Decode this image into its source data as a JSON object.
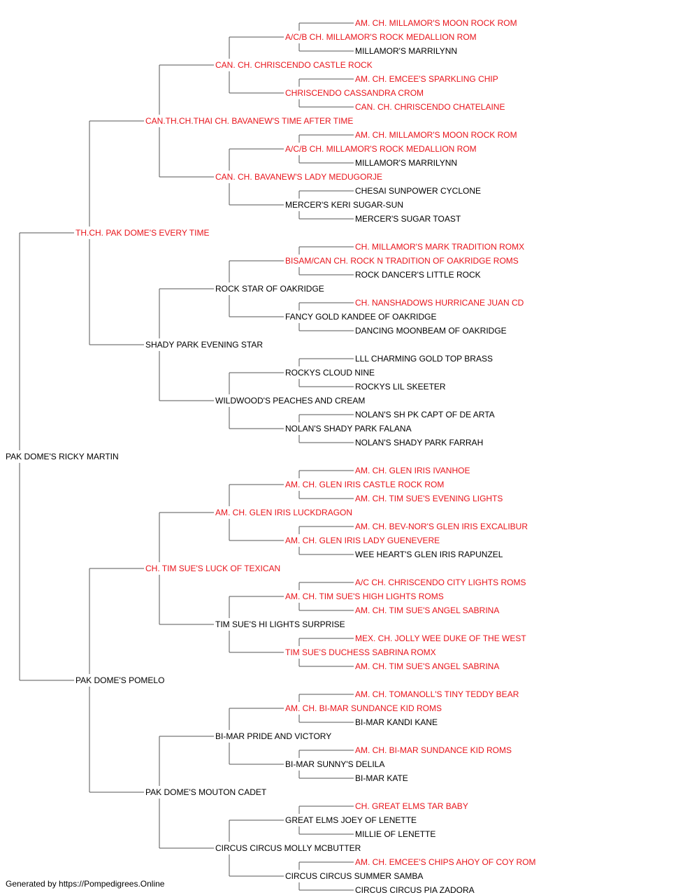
{
  "colors": {
    "titled": "#e8141b",
    "normal": "#000000",
    "line": "#555555"
  },
  "footer": "Generated by https://Pompedigrees.Online",
  "pedigree": [
    {
      "gen": 0,
      "pos": 0,
      "name": "PAK DOME'S RICKY MARTIN",
      "titled": false
    },
    {
      "gen": 1,
      "pos": 0,
      "name": "TH.CH. PAK DOME'S EVERY TIME",
      "titled": true
    },
    {
      "gen": 1,
      "pos": 1,
      "name": "PAK DOME'S POMELO",
      "titled": false
    },
    {
      "gen": 2,
      "pos": 0,
      "name": "CAN.TH.CH.THAI CH. BAVANEW'S TIME AFTER TIME",
      "titled": true
    },
    {
      "gen": 2,
      "pos": 1,
      "name": "SHADY PARK EVENING STAR",
      "titled": false
    },
    {
      "gen": 2,
      "pos": 2,
      "name": "CH. TIM SUE'S LUCK OF TEXICAN",
      "titled": true
    },
    {
      "gen": 2,
      "pos": 3,
      "name": "PAK DOME'S MOUTON CADET",
      "titled": false
    },
    {
      "gen": 3,
      "pos": 0,
      "name": "CAN. CH. CHRISCENDO CASTLE ROCK",
      "titled": true
    },
    {
      "gen": 3,
      "pos": 1,
      "name": "CAN. CH. BAVANEW'S LADY MEDUGORJE",
      "titled": true
    },
    {
      "gen": 3,
      "pos": 2,
      "name": "ROCK STAR OF OAKRIDGE",
      "titled": false
    },
    {
      "gen": 3,
      "pos": 3,
      "name": "WILDWOOD'S PEACHES AND CREAM",
      "titled": false
    },
    {
      "gen": 3,
      "pos": 4,
      "name": "AM. CH. GLEN IRIS LUCKDRAGON",
      "titled": true
    },
    {
      "gen": 3,
      "pos": 5,
      "name": "TIM SUE'S HI LIGHTS SURPRISE",
      "titled": false
    },
    {
      "gen": 3,
      "pos": 6,
      "name": "BI-MAR PRIDE AND VICTORY",
      "titled": false
    },
    {
      "gen": 3,
      "pos": 7,
      "name": "CIRCUS CIRCUS MOLLY MCBUTTER",
      "titled": false
    },
    {
      "gen": 4,
      "pos": 0,
      "name": "A/C/B CH. MILLAMOR'S ROCK MEDALLION ROM",
      "titled": true
    },
    {
      "gen": 4,
      "pos": 1,
      "name": "CHRISCENDO CASSANDRA CROM",
      "titled": true
    },
    {
      "gen": 4,
      "pos": 2,
      "name": "A/C/B CH. MILLAMOR'S ROCK MEDALLION ROM",
      "titled": true
    },
    {
      "gen": 4,
      "pos": 3,
      "name": "MERCER'S KERI SUGAR-SUN",
      "titled": false
    },
    {
      "gen": 4,
      "pos": 4,
      "name": "BISAM/CAN CH. ROCK N TRADITION OF OAKRIDGE ROMS",
      "titled": true
    },
    {
      "gen": 4,
      "pos": 5,
      "name": "FANCY GOLD KANDEE OF OAKRIDGE",
      "titled": false
    },
    {
      "gen": 4,
      "pos": 6,
      "name": "ROCKYS CLOUD NINE",
      "titled": false
    },
    {
      "gen": 4,
      "pos": 7,
      "name": "NOLAN'S SHADY PARK FALANA",
      "titled": false
    },
    {
      "gen": 4,
      "pos": 8,
      "name": "AM. CH. GLEN IRIS CASTLE ROCK ROM",
      "titled": true
    },
    {
      "gen": 4,
      "pos": 9,
      "name": "AM. CH. GLEN IRIS LADY GUENEVERE",
      "titled": true
    },
    {
      "gen": 4,
      "pos": 10,
      "name": "AM. CH. TIM SUE'S HIGH LIGHTS ROMS",
      "titled": true
    },
    {
      "gen": 4,
      "pos": 11,
      "name": "TIM SUE'S DUCHESS SABRINA ROMX",
      "titled": true
    },
    {
      "gen": 4,
      "pos": 12,
      "name": "AM. CH. BI-MAR SUNDANCE KID ROMS",
      "titled": true
    },
    {
      "gen": 4,
      "pos": 13,
      "name": "BI-MAR SUNNY'S DELILA",
      "titled": false
    },
    {
      "gen": 4,
      "pos": 14,
      "name": "GREAT ELMS JOEY OF LENETTE",
      "titled": false
    },
    {
      "gen": 4,
      "pos": 15,
      "name": "CIRCUS CIRCUS SUMMER SAMBA",
      "titled": false
    },
    {
      "gen": 5,
      "pos": 0,
      "name": "AM. CH. MILLAMOR'S MOON ROCK ROM",
      "titled": true
    },
    {
      "gen": 5,
      "pos": 1,
      "name": "MILLAMOR'S MARRILYNN",
      "titled": false
    },
    {
      "gen": 5,
      "pos": 2,
      "name": "AM. CH. EMCEE'S SPARKLING CHIP",
      "titled": true
    },
    {
      "gen": 5,
      "pos": 3,
      "name": "CAN. CH. CHRISCENDO CHATELAINE",
      "titled": true
    },
    {
      "gen": 5,
      "pos": 4,
      "name": "AM. CH. MILLAMOR'S MOON ROCK ROM",
      "titled": true
    },
    {
      "gen": 5,
      "pos": 5,
      "name": "MILLAMOR'S MARRILYNN",
      "titled": false
    },
    {
      "gen": 5,
      "pos": 6,
      "name": "CHESAI SUNPOWER CYCLONE",
      "titled": false
    },
    {
      "gen": 5,
      "pos": 7,
      "name": "MERCER'S SUGAR TOAST",
      "titled": false
    },
    {
      "gen": 5,
      "pos": 8,
      "name": "CH. MILLAMOR'S MARK TRADITION ROMX",
      "titled": true
    },
    {
      "gen": 5,
      "pos": 9,
      "name": "ROCK DANCER'S LITTLE ROCK",
      "titled": false
    },
    {
      "gen": 5,
      "pos": 10,
      "name": "CH. NANSHADOWS HURRICANE JUAN CD",
      "titled": true
    },
    {
      "gen": 5,
      "pos": 11,
      "name": "DANCING MOONBEAM OF OAKRIDGE",
      "titled": false
    },
    {
      "gen": 5,
      "pos": 12,
      "name": "LLL CHARMING GOLD TOP BRASS",
      "titled": false
    },
    {
      "gen": 5,
      "pos": 13,
      "name": "ROCKYS LIL SKEETER",
      "titled": false
    },
    {
      "gen": 5,
      "pos": 14,
      "name": "NOLAN'S SH PK CAPT OF DE ARTA",
      "titled": false
    },
    {
      "gen": 5,
      "pos": 15,
      "name": "NOLAN'S SHADY PARK FARRAH",
      "titled": false
    },
    {
      "gen": 5,
      "pos": 16,
      "name": "AM. CH. GLEN IRIS IVANHOE",
      "titled": true
    },
    {
      "gen": 5,
      "pos": 17,
      "name": "AM. CH. TIM SUE'S EVENING LIGHTS",
      "titled": true
    },
    {
      "gen": 5,
      "pos": 18,
      "name": "AM. CH. BEV-NOR'S GLEN IRIS EXCALIBUR",
      "titled": true
    },
    {
      "gen": 5,
      "pos": 19,
      "name": "WEE HEART'S GLEN IRIS RAPUNZEL",
      "titled": false
    },
    {
      "gen": 5,
      "pos": 20,
      "name": "A/C CH. CHRISCENDO CITY LIGHTS ROMS",
      "titled": true
    },
    {
      "gen": 5,
      "pos": 21,
      "name": "AM. CH. TIM SUE'S ANGEL SABRINA",
      "titled": true
    },
    {
      "gen": 5,
      "pos": 22,
      "name": "MEX. CH. JOLLY WEE DUKE OF THE WEST",
      "titled": true
    },
    {
      "gen": 5,
      "pos": 23,
      "name": "AM. CH. TIM SUE'S ANGEL SABRINA",
      "titled": true
    },
    {
      "gen": 5,
      "pos": 24,
      "name": "AM. CH. TOMANOLL'S TINY TEDDY BEAR",
      "titled": true
    },
    {
      "gen": 5,
      "pos": 25,
      "name": "BI-MAR KANDI KANE",
      "titled": false
    },
    {
      "gen": 5,
      "pos": 26,
      "name": "AM. CH. BI-MAR SUNDANCE KID ROMS",
      "titled": true
    },
    {
      "gen": 5,
      "pos": 27,
      "name": "BI-MAR KATE",
      "titled": false
    },
    {
      "gen": 5,
      "pos": 28,
      "name": "CH. GREAT ELMS TAR BABY",
      "titled": true
    },
    {
      "gen": 5,
      "pos": 29,
      "name": "MILLIE OF LENETTE",
      "titled": false
    },
    {
      "gen": 5,
      "pos": 30,
      "name": "AM. CH. EMCEE'S CHIPS AHOY OF COY ROM",
      "titled": true
    },
    {
      "gen": 5,
      "pos": 31,
      "name": "CIRCUS CIRCUS PIA ZADORA",
      "titled": false
    }
  ]
}
